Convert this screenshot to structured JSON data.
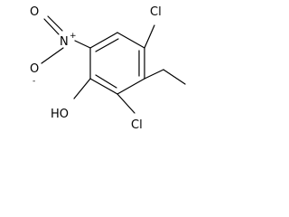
{
  "molecule": {
    "atoms": {
      "cl_top": "Cl",
      "cl_bottom": "Cl",
      "hydroxyl": "HO",
      "nitro_n": "N",
      "nitro_o_top": "O",
      "nitro_o_left": "O",
      "charge_plus": "+",
      "charge_minus": "-"
    }
  }
}
